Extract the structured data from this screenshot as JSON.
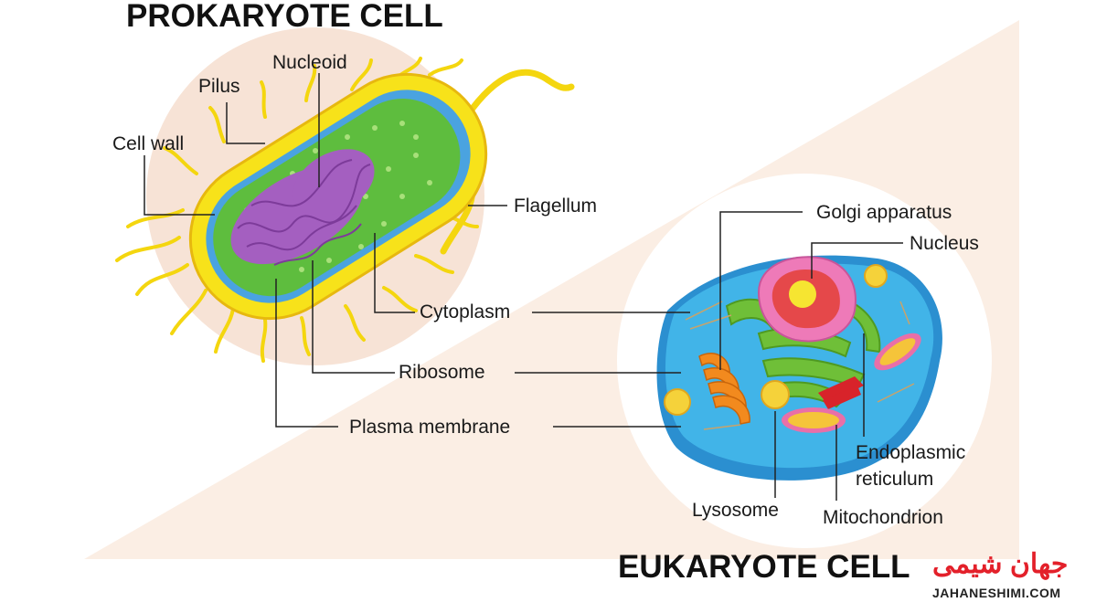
{
  "titles": {
    "prokaryote": "PROKARYOTE CELL",
    "eukaryote": "EUKARYOTE CELL"
  },
  "prokaryote_labels": {
    "nucleoid": "Nucleoid",
    "pilus": "Pilus",
    "cell_wall": "Cell wall",
    "flagellum": "Flagellum",
    "cytoplasm": "Cytoplasm",
    "ribosome": "Ribosome",
    "plasma_membrane": "Plasma membrane"
  },
  "eukaryote_labels": {
    "golgi": "Golgi apparatus",
    "nucleus": "Nucleus",
    "er_line1": "Endoplasmic",
    "er_line2": "reticulum",
    "lysosome": "Lysosome",
    "mitochondrion": "Mitochondrion"
  },
  "watermark": {
    "logo": "جهان شیمی",
    "url": "JAHANESHIMI.COM"
  },
  "colors": {
    "background_shape": "#fbeee4",
    "cell_wall_yellow": "#f7e21a",
    "cytoplasm_green": "#5ebd3e",
    "nucleoid_purple": "#a45fc0",
    "eukaryote_blue": "#41b4e8",
    "watermark_red": "#e3202a"
  }
}
